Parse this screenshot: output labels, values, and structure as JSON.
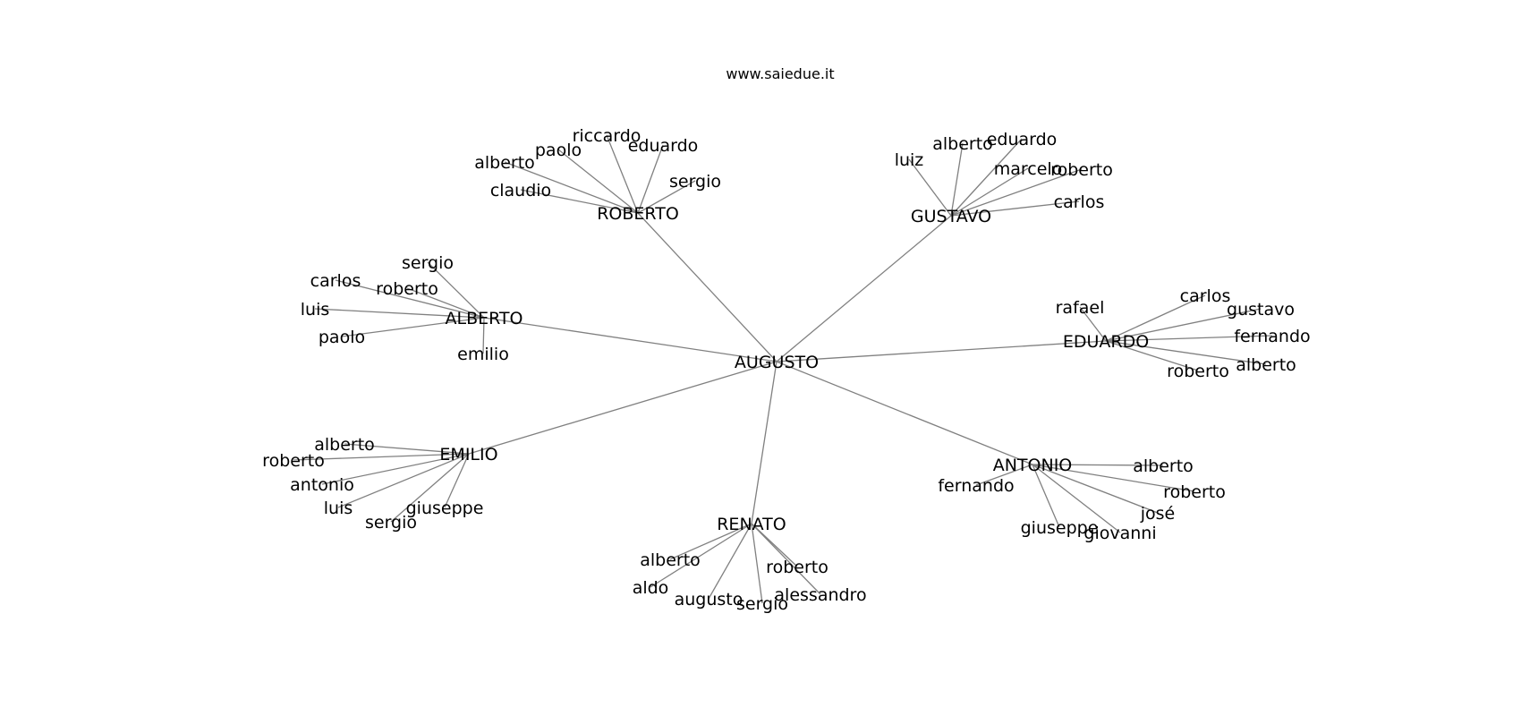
{
  "title": "www.saiedue.it",
  "colors": {
    "edge": "#808080",
    "text": "#000000",
    "background": "#ffffff"
  },
  "root": "AUGUSTO",
  "hubs": [
    {
      "name": "ROBERTO",
      "leaves": [
        "riccardo",
        "paolo",
        "eduardo",
        "alberto",
        "sergio",
        "claudio"
      ]
    },
    {
      "name": "GUSTAVO",
      "leaves": [
        "alberto",
        "eduardo",
        "luiz",
        "marcelo",
        "roberto",
        "carlos"
      ]
    },
    {
      "name": "ALBERTO",
      "leaves": [
        "sergio",
        "carlos",
        "roberto",
        "luis",
        "paolo",
        "emilio"
      ]
    },
    {
      "name": "EDUARDO",
      "leaves": [
        "rafael",
        "carlos",
        "gustavo",
        "fernando",
        "alberto",
        "roberto"
      ]
    },
    {
      "name": "EMILIO",
      "leaves": [
        "alberto",
        "roberto",
        "antonio",
        "luis",
        "giuseppe",
        "sergio"
      ]
    },
    {
      "name": "ANTONIO",
      "leaves": [
        "alberto",
        "fernando",
        "roberto",
        "josé",
        "giuseppe",
        "giovanni"
      ]
    },
    {
      "name": "RENATO",
      "leaves": [
        "alberto",
        "roberto",
        "aldo",
        "augusto",
        "alessandro",
        "sergio"
      ]
    }
  ]
}
